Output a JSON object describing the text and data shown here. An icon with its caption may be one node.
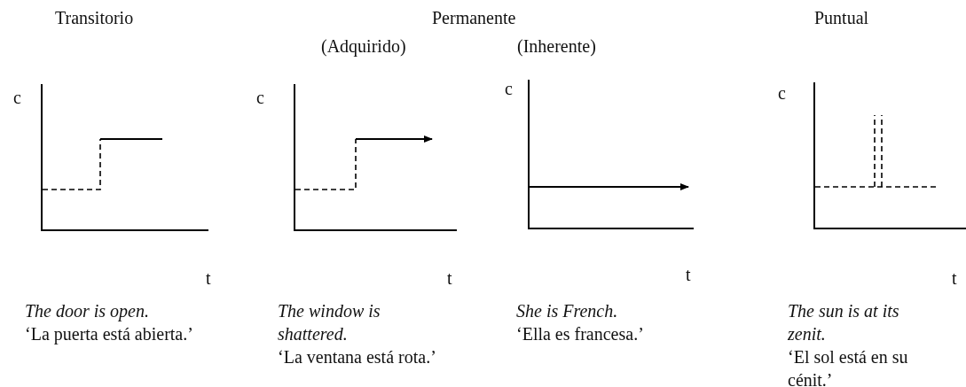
{
  "diagram": {
    "labels": [
      "Transitorio",
      "Permanente",
      "Puntual",
      "(Adquirido)",
      "(Inherente)",
      "c",
      "c",
      "c",
      "c",
      "t",
      "t",
      "t",
      "t",
      "The door is open.",
      "‘La puerta está abierta.’",
      "The window is shattered.",
      "‘La ventana está rota.’",
      "She is French.",
      "‘Ella es francesa.’",
      "The sun is at its zenit.",
      "‘El sol está en su cénit.’"
    ]
  }
}
